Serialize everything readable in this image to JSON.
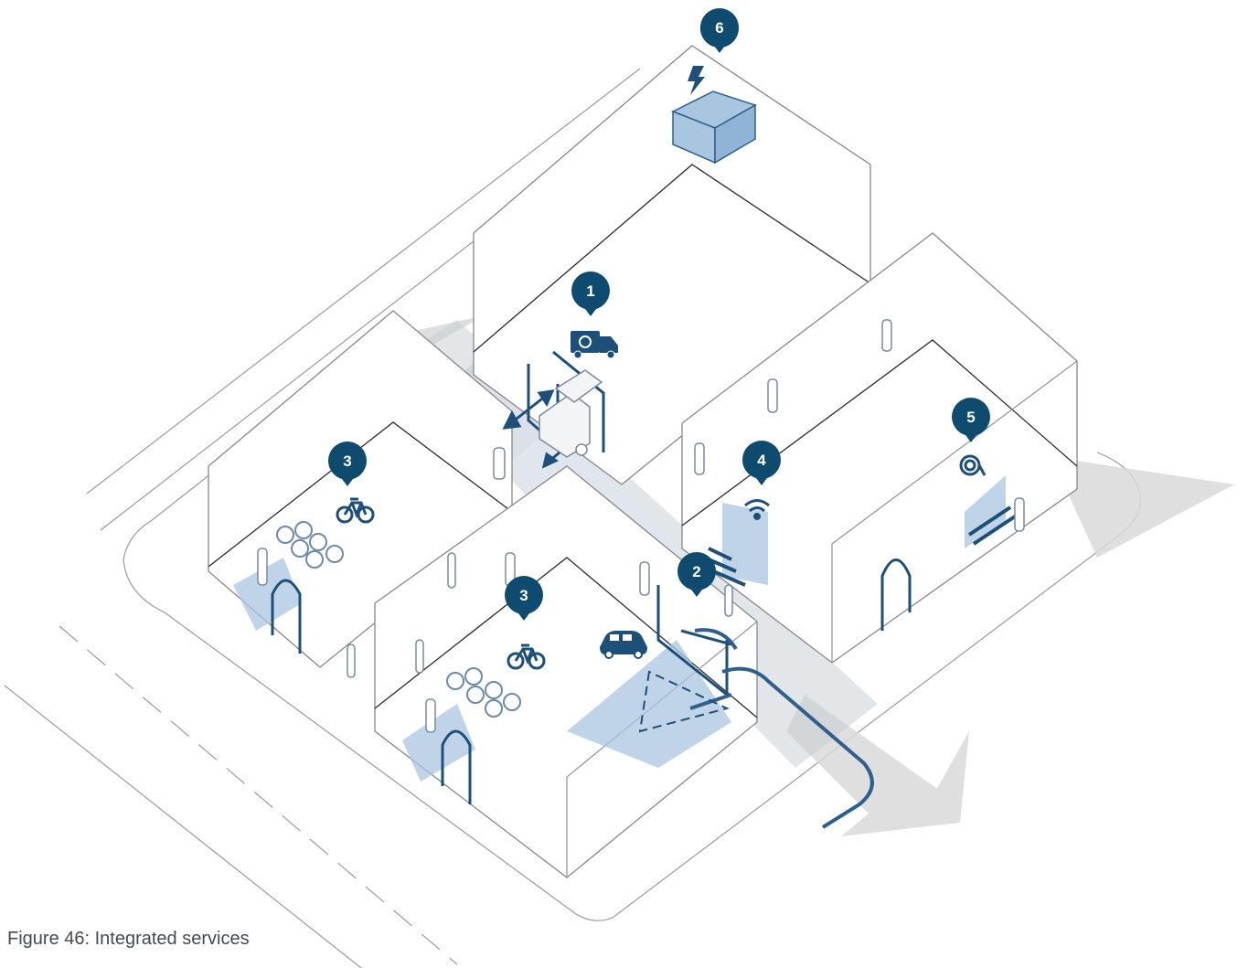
{
  "caption": "Figure 46: Integrated services",
  "markers": [
    "1",
    "2",
    "3",
    "3",
    "4",
    "5",
    "6"
  ],
  "icons": [
    "recycling-truck-icon",
    "bicycle-icon",
    "car-icon",
    "wifi-icon",
    "hose-reel-icon",
    "lightning-icon"
  ],
  "colors": {
    "marker": "#0f4b6e",
    "accent": "#1d4f78",
    "light_blue": "#a9c6e0",
    "grey_arrow": "#d6d6d6",
    "line": "#2a2a2a"
  }
}
